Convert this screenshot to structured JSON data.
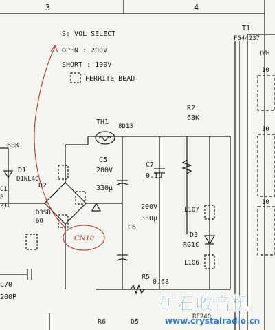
{
  "grid": {
    "col_left": "3",
    "col_right": "4"
  },
  "legend": {
    "line1": "S: VOL SELECT",
    "line2": "OPEN : 200V",
    "line3": "SHORT : 100V",
    "line4": "FERRITE BEAD"
  },
  "transformer": {
    "ref": "T1",
    "part": "F544237",
    "cut_label": "(WH"
  },
  "components": {
    "th1": "TH1",
    "th1_part": "8D13",
    "r2": "R2",
    "r2_val": "68K",
    "r_left": "68K",
    "d1": "D1",
    "d1_part": "D1NL40",
    "d2": "D2",
    "c1_frag": "C1",
    "c1_frag2": "P",
    "c1_frag3": "21",
    "d2_part": "D3SB",
    "d2_part2": "60",
    "c5": "C5",
    "c5_v": "200V",
    "c5_c": "330µ",
    "c7": "C7",
    "c7_val": "0.1µ",
    "c6": "C6",
    "c6_v": "200V",
    "c6_c": "330µ",
    "l107": "L107",
    "d3": "D3",
    "d3_part": "RG1C",
    "l106": "L106",
    "r5": "R5",
    "r5_val": "0.68",
    "c70": "C70",
    "c70_val": "200P",
    "r6": "R6",
    "d5": "D5",
    "bottom_part": "RF240",
    "pin10a": "10",
    "pin10b": "10",
    "pin10c": "10"
  },
  "annotation": {
    "handwritten": "CN10"
  },
  "watermark": {
    "cn": "矿石收音机",
    "url": "www.crystalradio.cn"
  }
}
